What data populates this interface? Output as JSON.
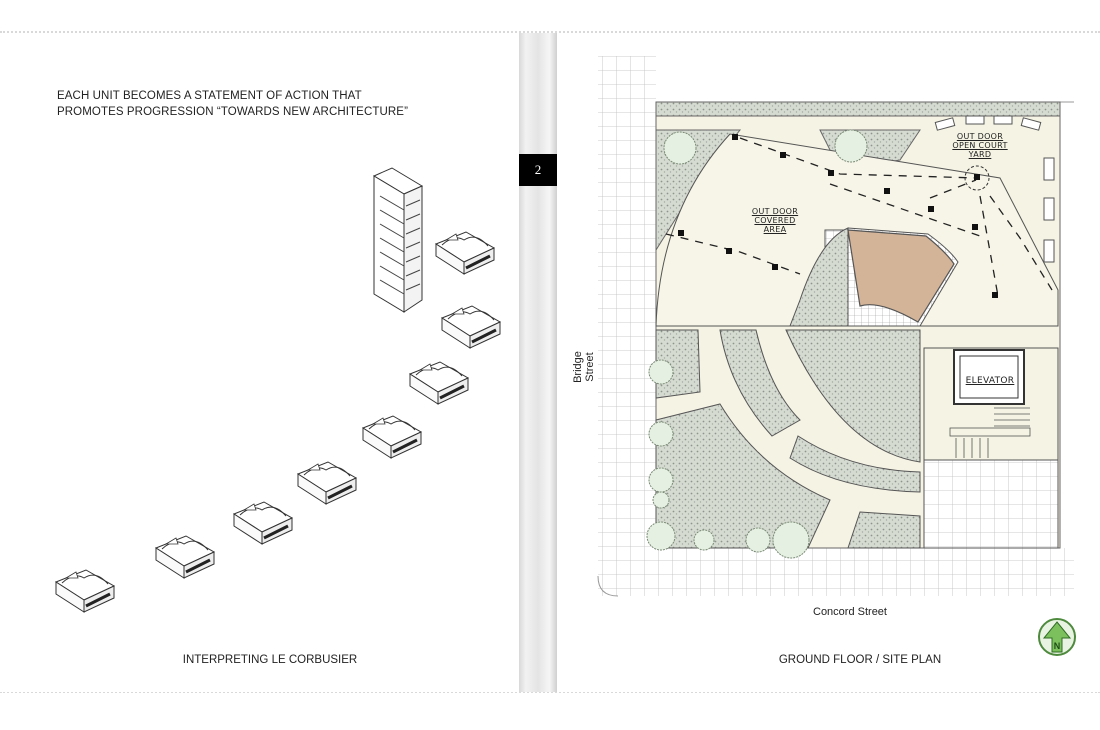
{
  "left_page": {
    "heading_line1": "EACH UNIT BECOMES A STATEMENT OF ACTION THAT",
    "heading_line2": "PROMOTES PROGRESSION “TOWARDS NEW ARCHITECTURE”",
    "caption": "INTERPRETING LE CORBUSIER"
  },
  "page_number": "2",
  "right_page": {
    "caption": "GROUND FLOOR / SITE PLAN",
    "street_west": "Bridge Street",
    "street_south": "Concord Street",
    "labels": {
      "outdoor_court_1": "OUT DOOR",
      "outdoor_court_2": "OPEN COURT",
      "outdoor_court_3": "YARD",
      "covered_1": "OUT DOOR",
      "covered_2": "COVERED",
      "covered_3": "AREA",
      "elevator": "ELEVATOR"
    },
    "north_arrow": "N"
  },
  "colors": {
    "paving": "#f5f3e4",
    "gravel": "#d6dbd2",
    "terracotta": "#d3b498",
    "tree": "#e6f0e2"
  }
}
